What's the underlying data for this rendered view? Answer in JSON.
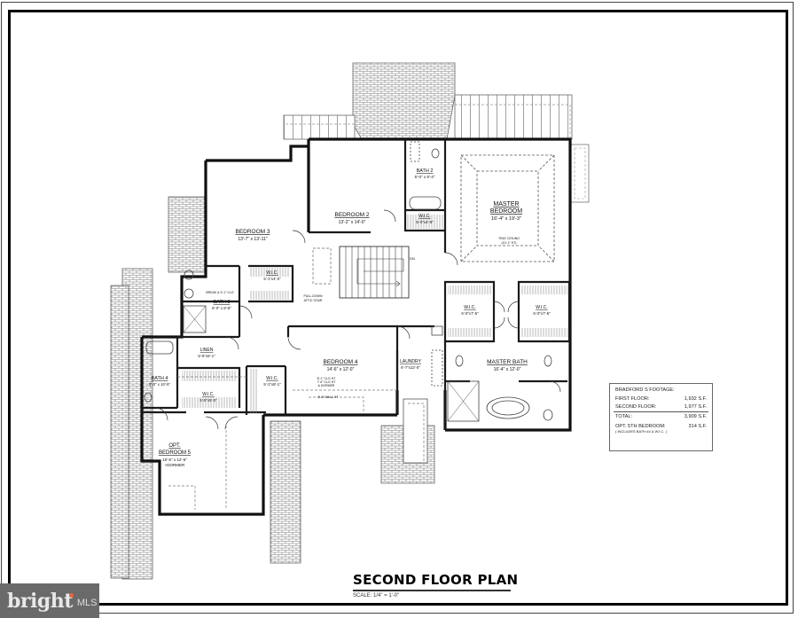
{
  "plan": {
    "title": "SECOND FLOOR PLAN",
    "scale": "SCALE: 1/4\" = 1'-0\""
  },
  "rooms": [
    {
      "id": "master_bedroom",
      "name_line1": "MASTER",
      "name_line2": "BEDROOM",
      "dims": "16'-4\" x 19'-3\"",
      "note": "TRAY CEILING",
      "note2": "(10'-1\" HT)"
    },
    {
      "id": "bedroom2",
      "name": "BEDROOM 2",
      "dims": "13'-2\" x 14'-0\""
    },
    {
      "id": "bath2",
      "name": "BATH 2",
      "dims": "5'-0\" x 8'-4\""
    },
    {
      "id": "wic_bath2",
      "name": "W.I.C.",
      "dims": "5'-0\"x4'-8\""
    },
    {
      "id": "bedroom3",
      "name": "BEDROOM 3",
      "dims": "13'-7\" x 13'-11\""
    },
    {
      "id": "wic_bed3",
      "name": "W.I.C.",
      "dims": "5'-1\"x4'-0\""
    },
    {
      "id": "bath3",
      "name": "BATH 3",
      "dims": "8'-0\" x 8'-8\"",
      "note": "BREAK & 9'-1\" CLG"
    },
    {
      "id": "attic",
      "note_line1": "PULL-DOWN",
      "note_line2": "ATTIC STAIR"
    },
    {
      "id": "linen",
      "name": "LINEN",
      "dims": "5'-5\"x5'-1\""
    },
    {
      "id": "bath4",
      "name": "BATH 4",
      "dims": "5'-0\" x 10'-5\""
    },
    {
      "id": "wic_bath4",
      "name": "W.I.C.",
      "dims": "5'-5\"x5'-0\""
    },
    {
      "id": "bedroom4",
      "name": "BEDROOM 4",
      "dims": "14'-6\" x 12'-0\"",
      "note1": "8'-1\" CLG HT",
      "note2": "7'-6\" CLG HT",
      "note3": "& DORMER",
      "note4": "5'-6\" WALL HT"
    },
    {
      "id": "wic_bed4",
      "name": "W.I.C.",
      "dims": "5'-1\"x8'-1\""
    },
    {
      "id": "laundry",
      "name": "LAUNDRY",
      "dims": "6'-7\"x12'-0\""
    },
    {
      "id": "wic_master_l",
      "name": "W.I.C.",
      "dims": "6'-0\"x7'-5\""
    },
    {
      "id": "wic_master_r",
      "name": "W.I.C.",
      "dims": "6'-0\"x7'-5\""
    },
    {
      "id": "master_bath",
      "name": "MASTER BATH",
      "dims": "16'-4\" x 12'-0\""
    },
    {
      "id": "bedroom5",
      "name_line1": "OPT.",
      "name_line2": "BEDROOM 5",
      "dims": "16'-5\" x 12'-6\"",
      "note": "+DORMER"
    }
  ],
  "stair": {
    "label": "DN"
  },
  "footage": {
    "heading": "BRADFORD S FOOTAGE:",
    "rows": [
      {
        "label": "FIRST FLOOR:",
        "value": "1,932 S.F."
      },
      {
        "label": "SECOND FLOOR:",
        "value": "1,977 S.F."
      }
    ],
    "total": {
      "label": "TOTAL:",
      "value": "3,909 S.F."
    },
    "optional": {
      "label": "OPT. 5TH BEDROOM:",
      "value": "314 S.F."
    },
    "optional_note": "( INCLUDES BATH #4 & W.I.C. )"
  },
  "watermark": {
    "brand": "bright",
    "suffix": "MLS",
    "accent": "#e8643a"
  }
}
